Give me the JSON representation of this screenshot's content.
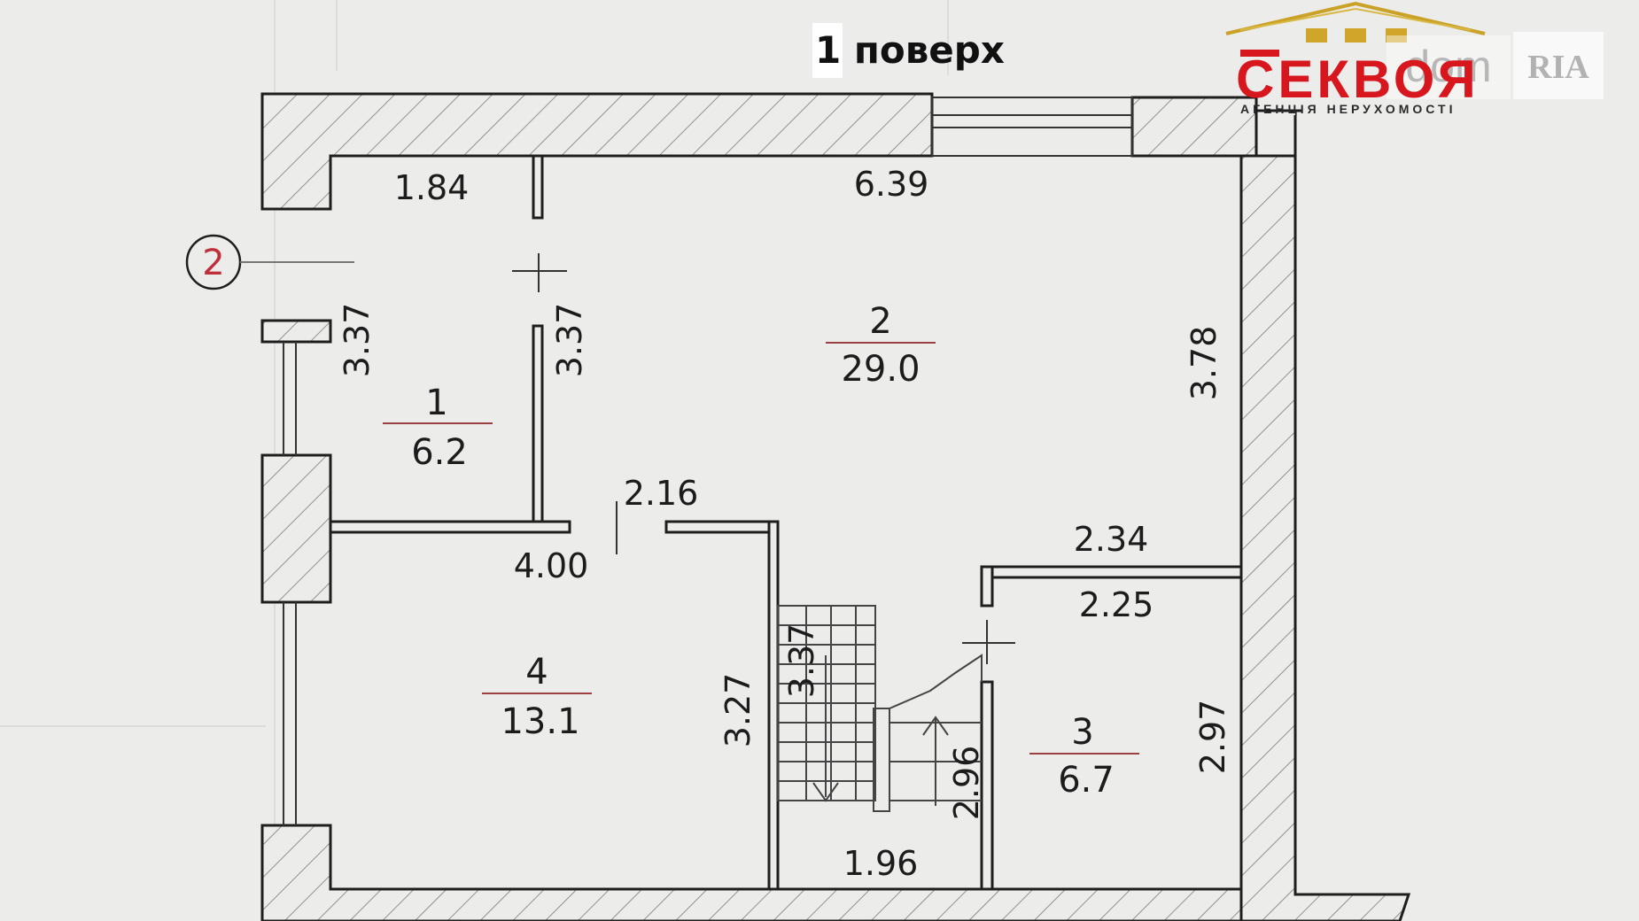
{
  "title": {
    "number": "1",
    "text": "поверх"
  },
  "logo": {
    "brand": "СЕКВОЯ",
    "tagline": "АГЕНЦІЯ НЕРУХОМОСТІ",
    "accent_color": "#d8161e"
  },
  "watermarks": {
    "dom": "dom",
    "ria": "RIA"
  },
  "axis_marker": "2",
  "rooms": [
    {
      "number": "1",
      "area": "6.2"
    },
    {
      "number": "2",
      "area": "29.0"
    },
    {
      "number": "3",
      "area": "6.7"
    },
    {
      "number": "4",
      "area": "13.1"
    }
  ],
  "dimensions": {
    "room1_top": "1.84",
    "room1_left": "3.37",
    "room1_right": "3.37",
    "room2_top": "6.39",
    "room2_right": "3.78",
    "door_opening": "2.16",
    "room4_top": "4.00",
    "room4_right": "3.27",
    "stair_height": "3.37",
    "room3_wall_top": "2.34",
    "room3_top": "2.25",
    "room3_right": "2.97",
    "corridor_left": "2.96",
    "corridor_bottom": "1.96"
  }
}
